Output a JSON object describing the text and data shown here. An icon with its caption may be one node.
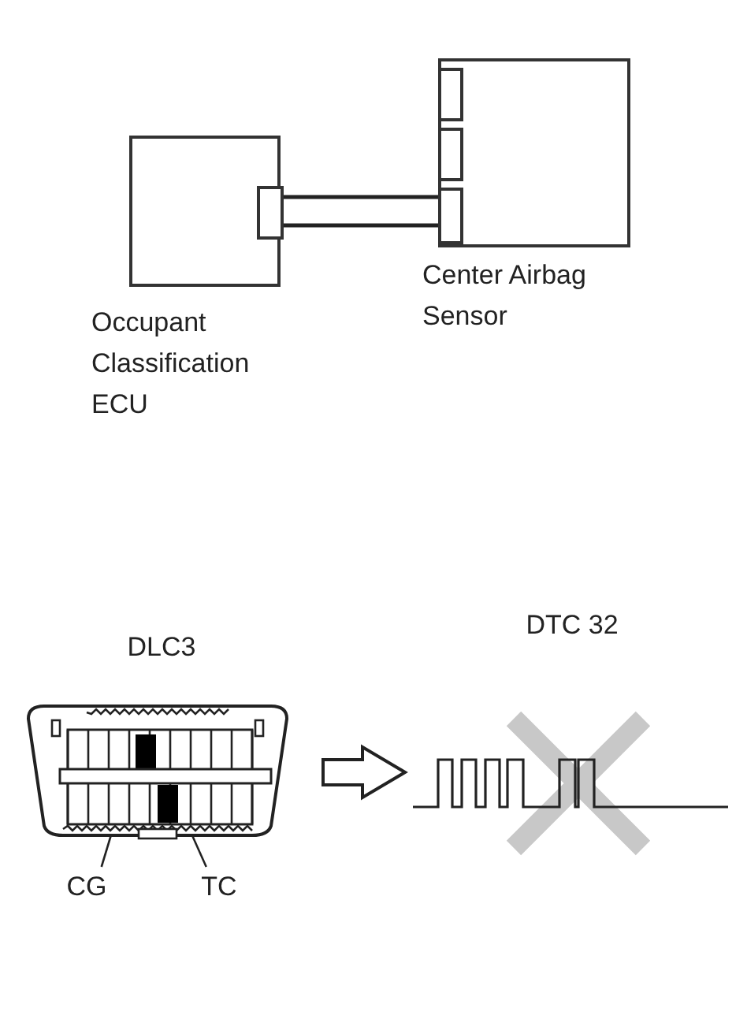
{
  "diagram": {
    "nodes": [
      {
        "text": [
          "Occupant Classification ECU"
        ]
      },
      {
        "text": [
          "Center Airbag Sensor"
        ]
      },
      {
        "text": [
          "DLC3"
        ]
      },
      {
        "text": [],
        "shape": "box",
        "in": 2
      },
      {
        "text": [],
        "shape": "box",
        "in": 2
      },
      {
        "text": [
          "CG"
        ]
      },
      {
        "text": [
          "TC"
        ]
      },
      {
        "text": [
          "DTC 32"
        ]
      }
    ],
    "edges": [
      {
        "from": 0,
        "to": 1,
        "arrow": "none"
      },
      {
        "from": 2,
        "to": 7,
        "arrow": "to"
      },
      {
        "from": 5,
        "to": 3,
        "arrow": "none"
      },
      {
        "from": 6,
        "to": 4,
        "arrow": "none"
      }
    ]
  }
}
